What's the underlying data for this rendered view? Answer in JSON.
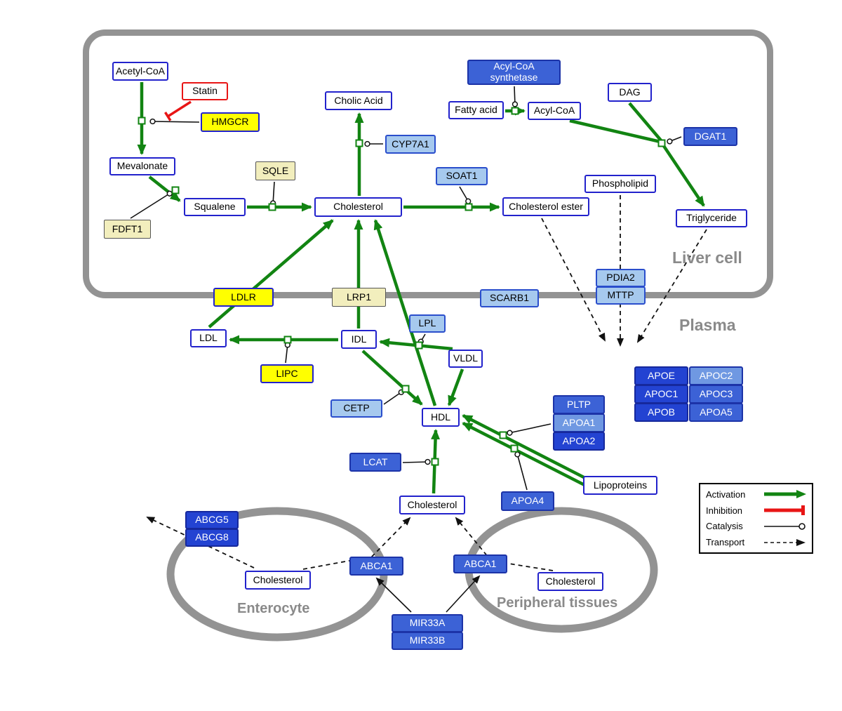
{
  "regions": {
    "liver": "Liver cell",
    "plasma": "Plasma",
    "enterocyte": "Enterocyte",
    "peripheral": "Peripheral tissues"
  },
  "nodes": {
    "acetyl_coa": "Acetyl-CoA",
    "statin": "Statin",
    "hmgcr": "HMGCR",
    "mevalonate": "Mevalonate",
    "fdft1": "FDFT1",
    "squalene": "Squalene",
    "sqle": "SQLE",
    "cholesterol_liver": "Cholesterol",
    "cholic_acid": "Cholic Acid",
    "cyp7a1": "CYP7A1",
    "soat1": "SOAT1",
    "cholesterol_ester": "Cholesterol ester",
    "acyl_coa_synthetase": "Acyl-CoA synthetase",
    "fatty_acid": "Fatty acid",
    "acyl_coa": "Acyl-CoA",
    "dag": "DAG",
    "dgat1": "DGAT1",
    "phospholipid": "Phospholipid",
    "triglyceride": "Triglyceride",
    "pdia2": "PDIA2",
    "mttp": "MTTP",
    "ldlr": "LDLR",
    "lrp1": "LRP1",
    "scarb1": "SCARB1",
    "ldl": "LDL",
    "idl": "IDL",
    "lpl": "LPL",
    "vldl": "VLDL",
    "lipc": "LIPC",
    "cetp": "CETP",
    "hdl": "HDL",
    "lcat": "LCAT",
    "pltp": "PLTP",
    "apoa1": "APOA1",
    "apoa2": "APOA2",
    "apoa4": "APOA4",
    "lipoproteins": "Lipoproteins",
    "apoe": "APOE",
    "apoc2": "APOC2",
    "apoc1": "APOC1",
    "apoc3": "APOC3",
    "apob": "APOB",
    "apoa5": "APOA5",
    "cholesterol_plasma": "Cholesterol",
    "abcg5": "ABCG5",
    "abcg8": "ABCG8",
    "cholesterol_enterocyte": "Cholesterol",
    "abca1_enterocyte": "ABCA1",
    "abca1_peripheral": "ABCA1",
    "cholesterol_peripheral": "Cholesterol",
    "mir33a": "MIR33A",
    "mir33b": "MIR33B"
  },
  "legend": {
    "activation": "Activation",
    "inhibition": "Inhibition",
    "catalysis": "Catalysis",
    "transport": "Transport"
  },
  "colors": {
    "activation_green": "#128412",
    "inhibition_red": "#e81515",
    "metabolite_border_blue": "#2222cc",
    "gene_blue": "#3c62d6",
    "gene_dark_blue": "#2343d2",
    "gene_light_blue": "#a6c9ee",
    "enzyme_yellow": "#ffff00",
    "enzyme_pale_yellow": "#f2eebd",
    "membrane_gray": "#939393"
  }
}
